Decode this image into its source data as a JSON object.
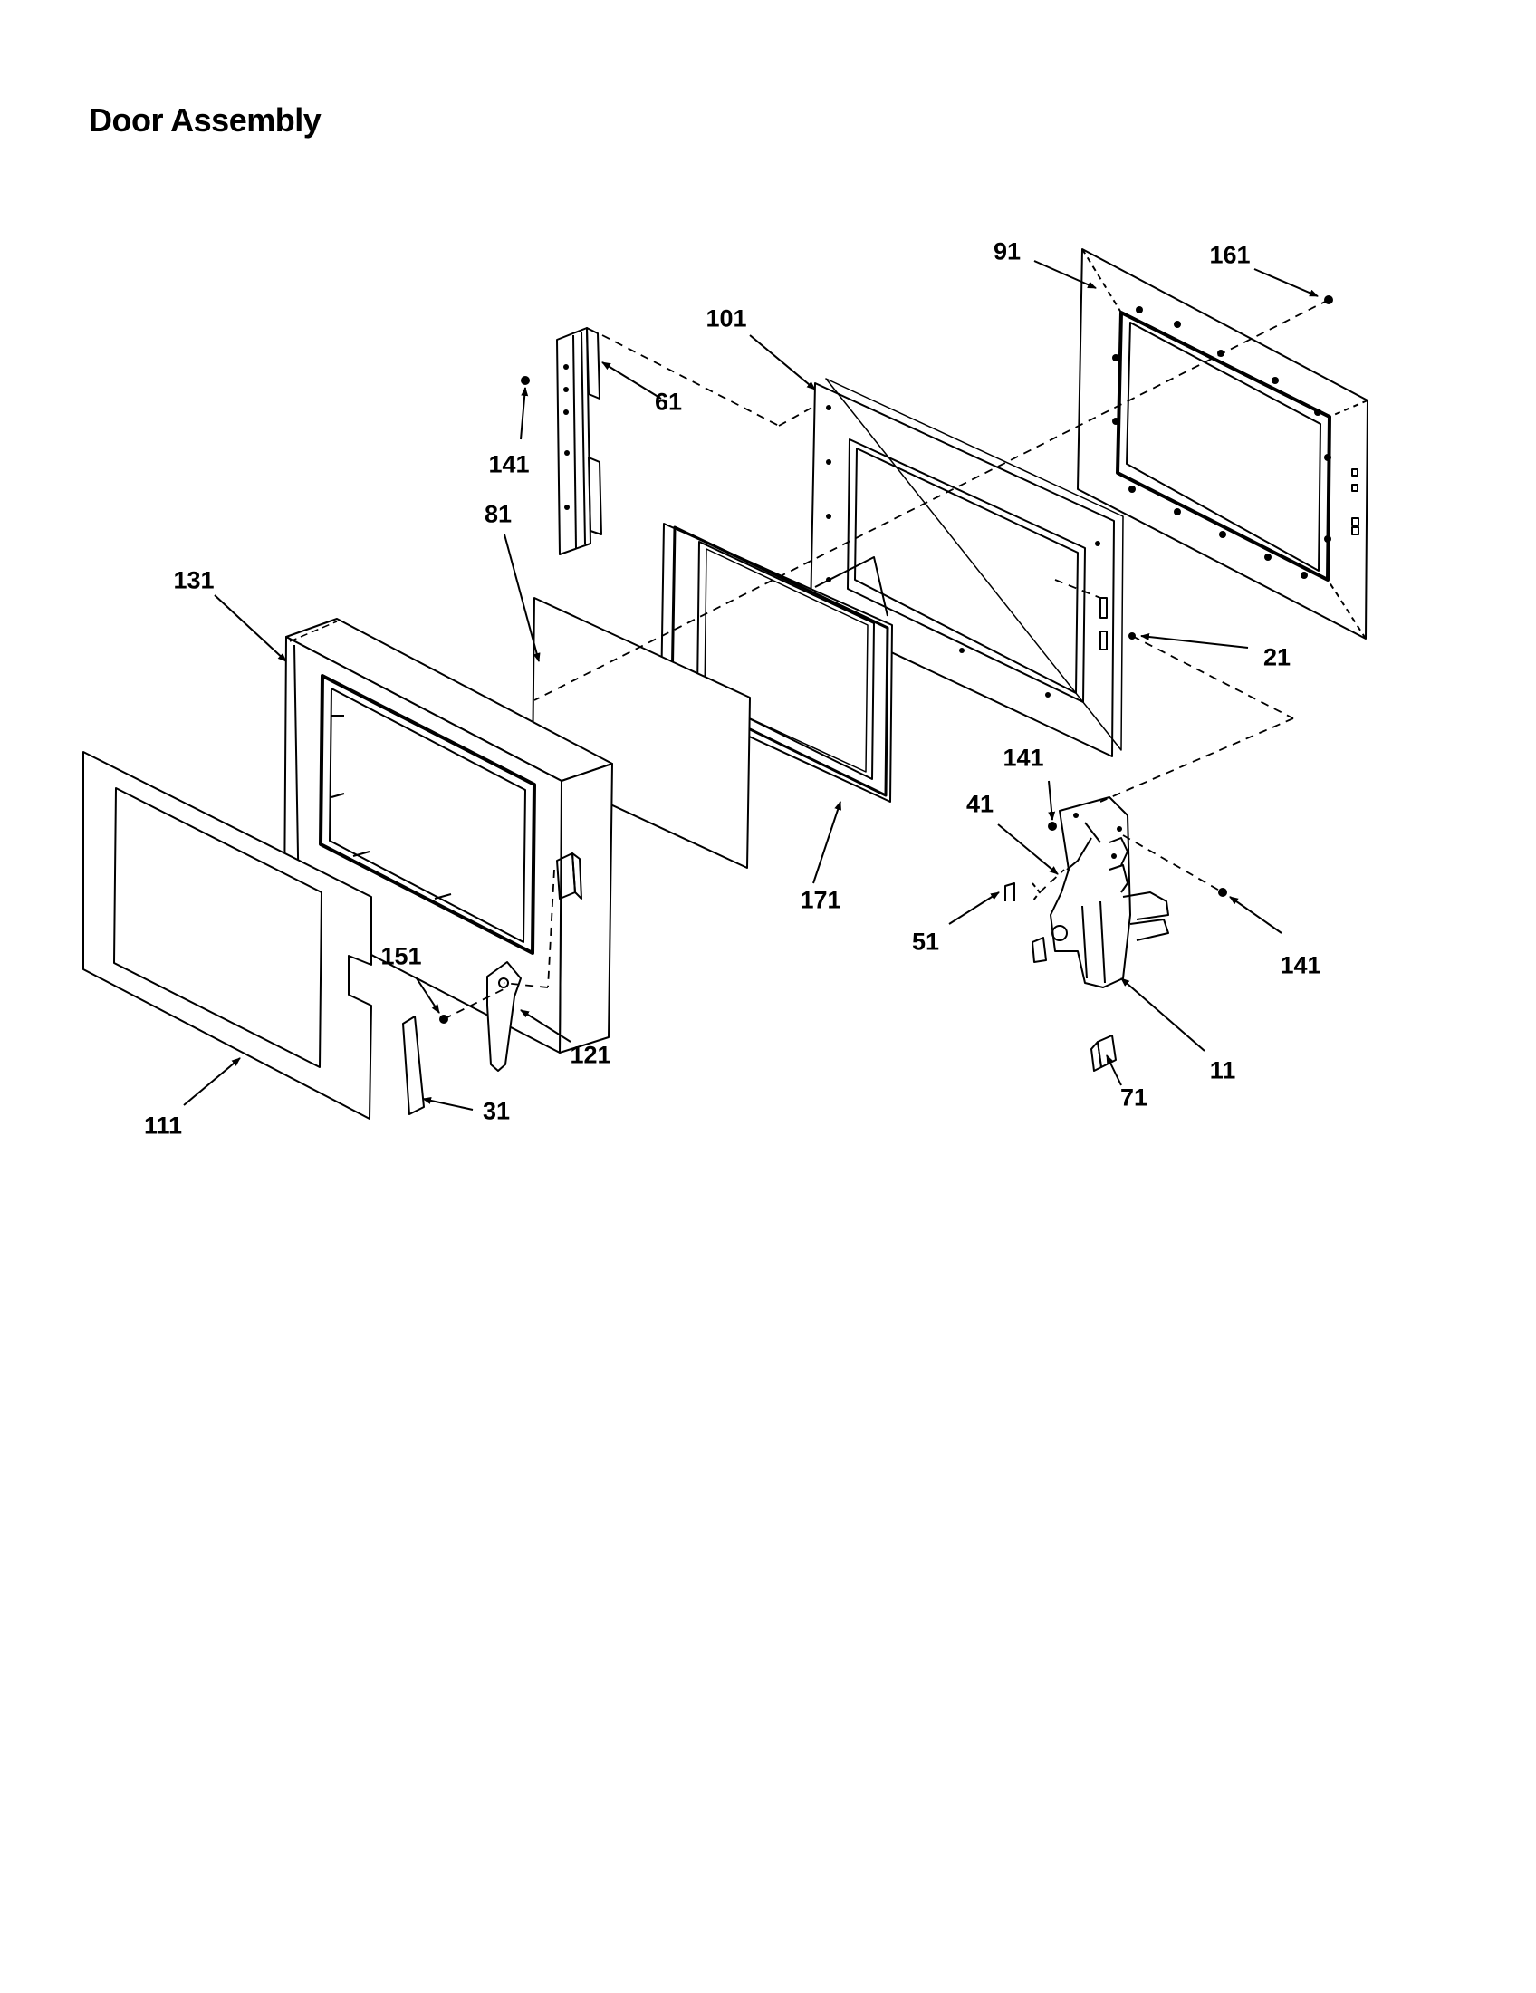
{
  "title": "Door Assembly",
  "parts": [
    {
      "id": "p91",
      "label": "91"
    },
    {
      "id": "p161",
      "label": "161"
    },
    {
      "id": "p101",
      "label": "101"
    },
    {
      "id": "p61",
      "label": "61"
    },
    {
      "id": "p141a",
      "label": "141"
    },
    {
      "id": "p81",
      "label": "81"
    },
    {
      "id": "p131",
      "label": "131"
    },
    {
      "id": "p21",
      "label": "21"
    },
    {
      "id": "p141b",
      "label": "141"
    },
    {
      "id": "p41",
      "label": "41"
    },
    {
      "id": "p171",
      "label": "171"
    },
    {
      "id": "p51",
      "label": "51"
    },
    {
      "id": "p141c",
      "label": "141"
    },
    {
      "id": "p151",
      "label": "151"
    },
    {
      "id": "p121",
      "label": "121"
    },
    {
      "id": "p11",
      "label": "11"
    },
    {
      "id": "p71",
      "label": "71"
    },
    {
      "id": "p31",
      "label": "31"
    },
    {
      "id": "p111",
      "label": "111"
    }
  ]
}
